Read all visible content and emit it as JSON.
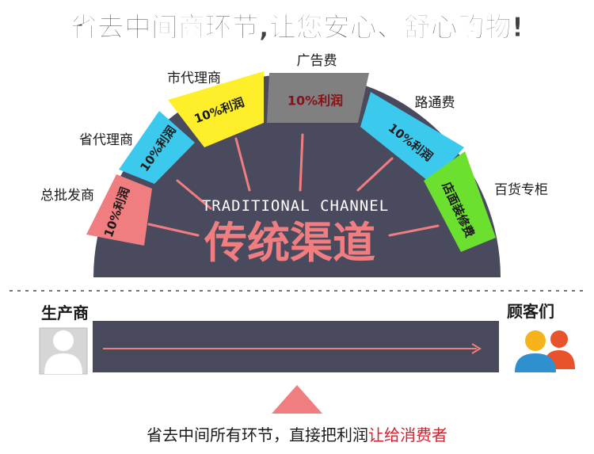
{
  "headline": "省去中间商环节,让您安心、舒心购物!",
  "arc": {
    "center_en": "TRADITIONAL CHANNEL",
    "center_zh": "传统渠道",
    "segments": [
      {
        "role": "总批发商",
        "badge": "10%利润",
        "color": "#f07d80",
        "text_color": "#1a1a1a"
      },
      {
        "role": "省代理商",
        "badge": "10%利润",
        "color": "#3cc9ee",
        "text_color": "#1a1a1a"
      },
      {
        "role": "市代理商",
        "badge": "10%利润",
        "color": "#ffef2a",
        "text_color": "#1a1a1a"
      },
      {
        "role": "广告费",
        "badge": "10%利润",
        "color": "#808080",
        "text_color": "#8a1015"
      },
      {
        "role": "路通费",
        "badge": "10%利润",
        "color": "#3cc9ee",
        "text_color": "#1a1a1a"
      },
      {
        "role": "百货专柜",
        "badge": "店面装修费",
        "color": "#6be02e",
        "text_color": "#1a1a1a"
      }
    ]
  },
  "direct": {
    "producer": "生产商",
    "customers": "顾客们",
    "bottom_text_normal": "省去中间所有环节，直接把利润",
    "bottom_text_highlight": "让给消费者"
  },
  "colors": {
    "arc_fill": "#4a4a5e",
    "bar_fill": "#484a5b",
    "accent": "#f07d80",
    "headline": "#404040",
    "label": "#1a1a1a",
    "center_en": "#ffffff",
    "highlight": "#d0232e"
  }
}
